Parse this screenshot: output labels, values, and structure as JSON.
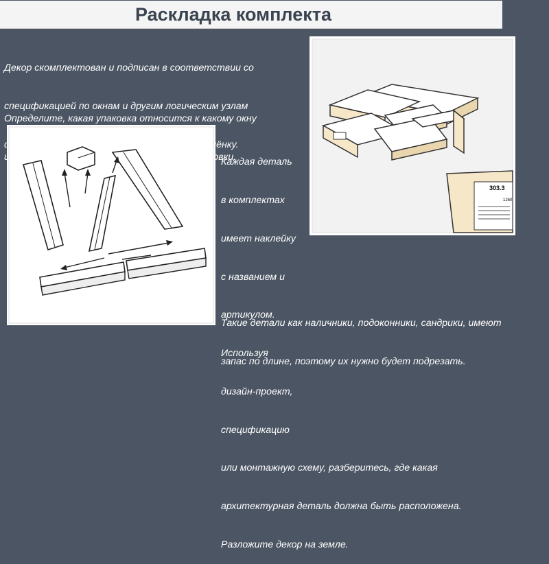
{
  "header": {
    "title": "Раскладка комплекта"
  },
  "intro": {
    "lines": [
      "Декор скомплектован и подписан в соответствии со",
      "спецификацией по окнам и другим логическим узлам",
      "фасада. Комплекты упакованы в стрейтч-плёнку."
    ]
  },
  "task": {
    "lines": [
      "Определите, какая упаковка относится к какому окну",
      "или фрагменты фасада. Распределите упаковки."
    ]
  },
  "detail": {
    "lines": [
      "Каждая деталь",
      "в комплектах",
      "имеет наклейку",
      "с названием и",
      "артикулом.",
      "Используя",
      "дизайн-проект,",
      "спецификацию",
      "или монтажную схему, разберитесь, где какая",
      "архитектурная деталь должна быть расположена.",
      "Разложите декор на земле."
    ]
  },
  "note": {
    "lines": [
      "Такие детали как наличники, подоконники, сандрики, имеют",
      "запас по длине, поэтому их нужно будет подрезать."
    ]
  },
  "label": {
    "code": "303.3",
    "size": "1260"
  },
  "colors": {
    "background": "#4b5563",
    "title_bar": "#f4f4f4",
    "title_text": "#3a4350",
    "panel": "#ffffff",
    "wood": "#f6e7c8"
  }
}
